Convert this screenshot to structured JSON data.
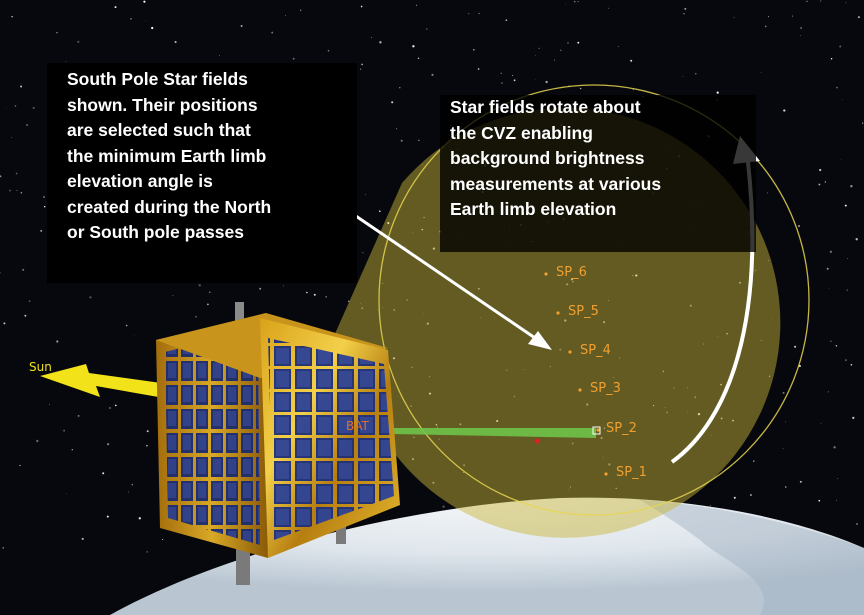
{
  "annotations": {
    "left": "South Pole Star fields\nshown. Their positions\nare selected such that\nthe minimum Earth limb\nelevation angle is\ncreated during the North\nor South pole passes",
    "right": "Star fields rotate about\nthe CVZ enabling\nbackground brightness\nmeasurements at various\nEarth limb elevation"
  },
  "labels": {
    "sun": "Sun",
    "spacecraft": "BAT",
    "star_fields": [
      "SP_6",
      "SP_5",
      "SP_4",
      "SP_3",
      "SP_2",
      "SP_1"
    ]
  },
  "colors": {
    "space": "#07080d",
    "fov_cone": "#c9b63a",
    "sun_arrow": "#f2e21a",
    "star_label": "#f0a030",
    "boresight": "#6fc24a",
    "earth": "#e8edf2"
  }
}
